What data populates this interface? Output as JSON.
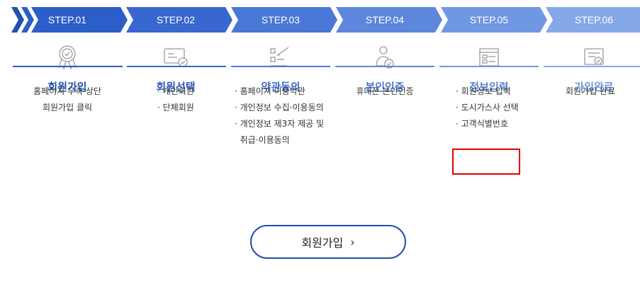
{
  "steps": [
    {
      "step": "STEP.01",
      "title": "회원가입",
      "color": "#2b5ec8",
      "title_color": "#1f4fb0",
      "icon": "badge-icon",
      "lines": [
        "홈페이지 우측 상단",
        "회원가입 클릭"
      ]
    },
    {
      "step": "STEP.02",
      "title": "회원선택",
      "color": "#3767cf",
      "title_color": "#2a59be",
      "icon": "id-card-check-icon",
      "lines": [
        "· 개인회원",
        "· 단체회원"
      ]
    },
    {
      "step": "STEP.03",
      "title": "약관동의",
      "color": "#4a78d6",
      "title_color": "#3c6dcc",
      "icon": "checklist-pen-icon",
      "lines": [
        "· 홈페이지 이용약관",
        "· 개인정보 수집·이용동의",
        "· 개인정보 제3자 제공 및",
        "  취급·이용동의"
      ]
    },
    {
      "step": "STEP.04",
      "title": "본인인증",
      "color": "#5c87dc",
      "title_color": "#4c7ad4",
      "icon": "person-check-icon",
      "lines": [
        "휴대폰 본인인증"
      ]
    },
    {
      "step": "STEP.05",
      "title": "정보입력",
      "color": "#7097e2",
      "title_color": "#5a86d9",
      "icon": "form-document-icon",
      "lines": [
        "· 회원정보 입력",
        "· 도시가스사 선택",
        "· 고객식별번호"
      ]
    },
    {
      "step": "STEP.06",
      "title": "가입완료",
      "color": "#85a8e8",
      "title_color": "#6e97e0",
      "icon": "document-check-icon",
      "lines": [
        "회원가입 완료"
      ]
    }
  ],
  "highlight_color": "#e00000",
  "join_button": {
    "label": "회원가입",
    "chevron": "›"
  }
}
